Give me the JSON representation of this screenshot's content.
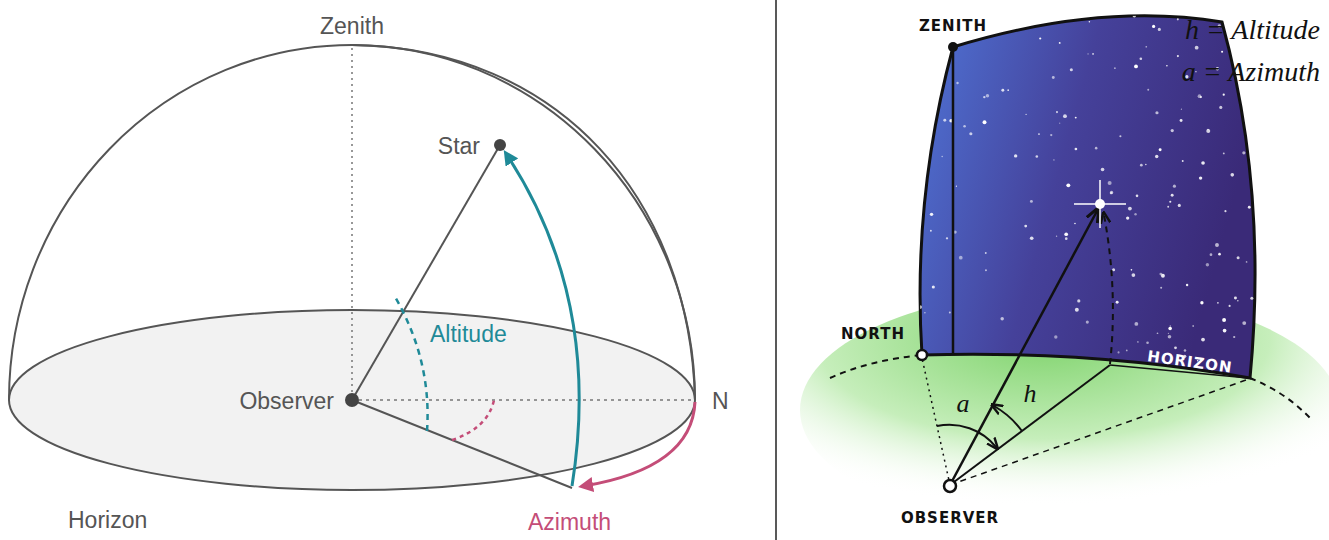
{
  "diagram": {
    "labels": [
      "Zenith",
      "Star",
      "Altitude",
      "Observer",
      "N",
      "Horizon",
      "Azimuth",
      "ZENITH",
      "h = Altitude",
      "a = Azimuth",
      "NORTH",
      "HORIZON",
      "h",
      "a",
      "OBSERVER"
    ]
  }
}
